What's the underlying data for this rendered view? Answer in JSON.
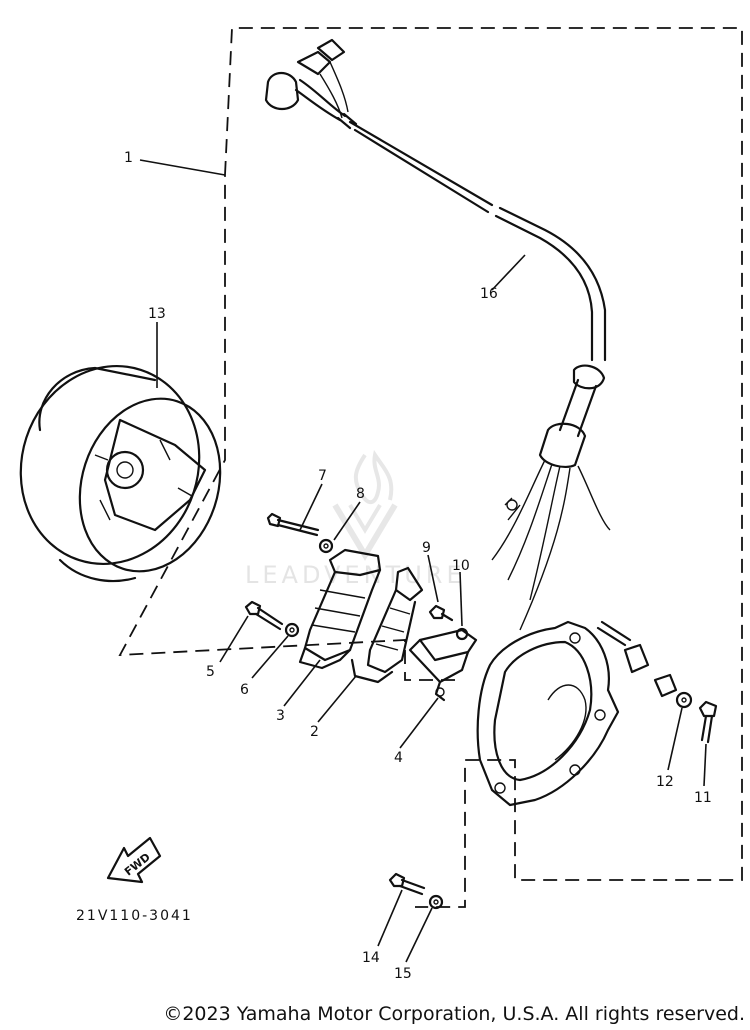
{
  "callouts": [
    {
      "id": "1",
      "label": "1"
    },
    {
      "id": "2",
      "label": "2"
    },
    {
      "id": "3",
      "label": "3"
    },
    {
      "id": "4",
      "label": "4"
    },
    {
      "id": "5",
      "label": "5"
    },
    {
      "id": "6",
      "label": "6"
    },
    {
      "id": "7",
      "label": "7"
    },
    {
      "id": "8",
      "label": "8"
    },
    {
      "id": "9",
      "label": "9"
    },
    {
      "id": "10",
      "label": "10"
    },
    {
      "id": "11",
      "label": "11"
    },
    {
      "id": "12",
      "label": "12"
    },
    {
      "id": "13",
      "label": "13"
    },
    {
      "id": "14",
      "label": "14"
    },
    {
      "id": "15",
      "label": "15"
    },
    {
      "id": "16",
      "label": "16"
    }
  ],
  "diagram_code": "21V110-3041",
  "direction_arrow_label": "FWD",
  "watermark_text": "LEADVENTURE",
  "copyright": "©2023 Yamaha Motor Corporation, U.S.A. All rights reserved."
}
